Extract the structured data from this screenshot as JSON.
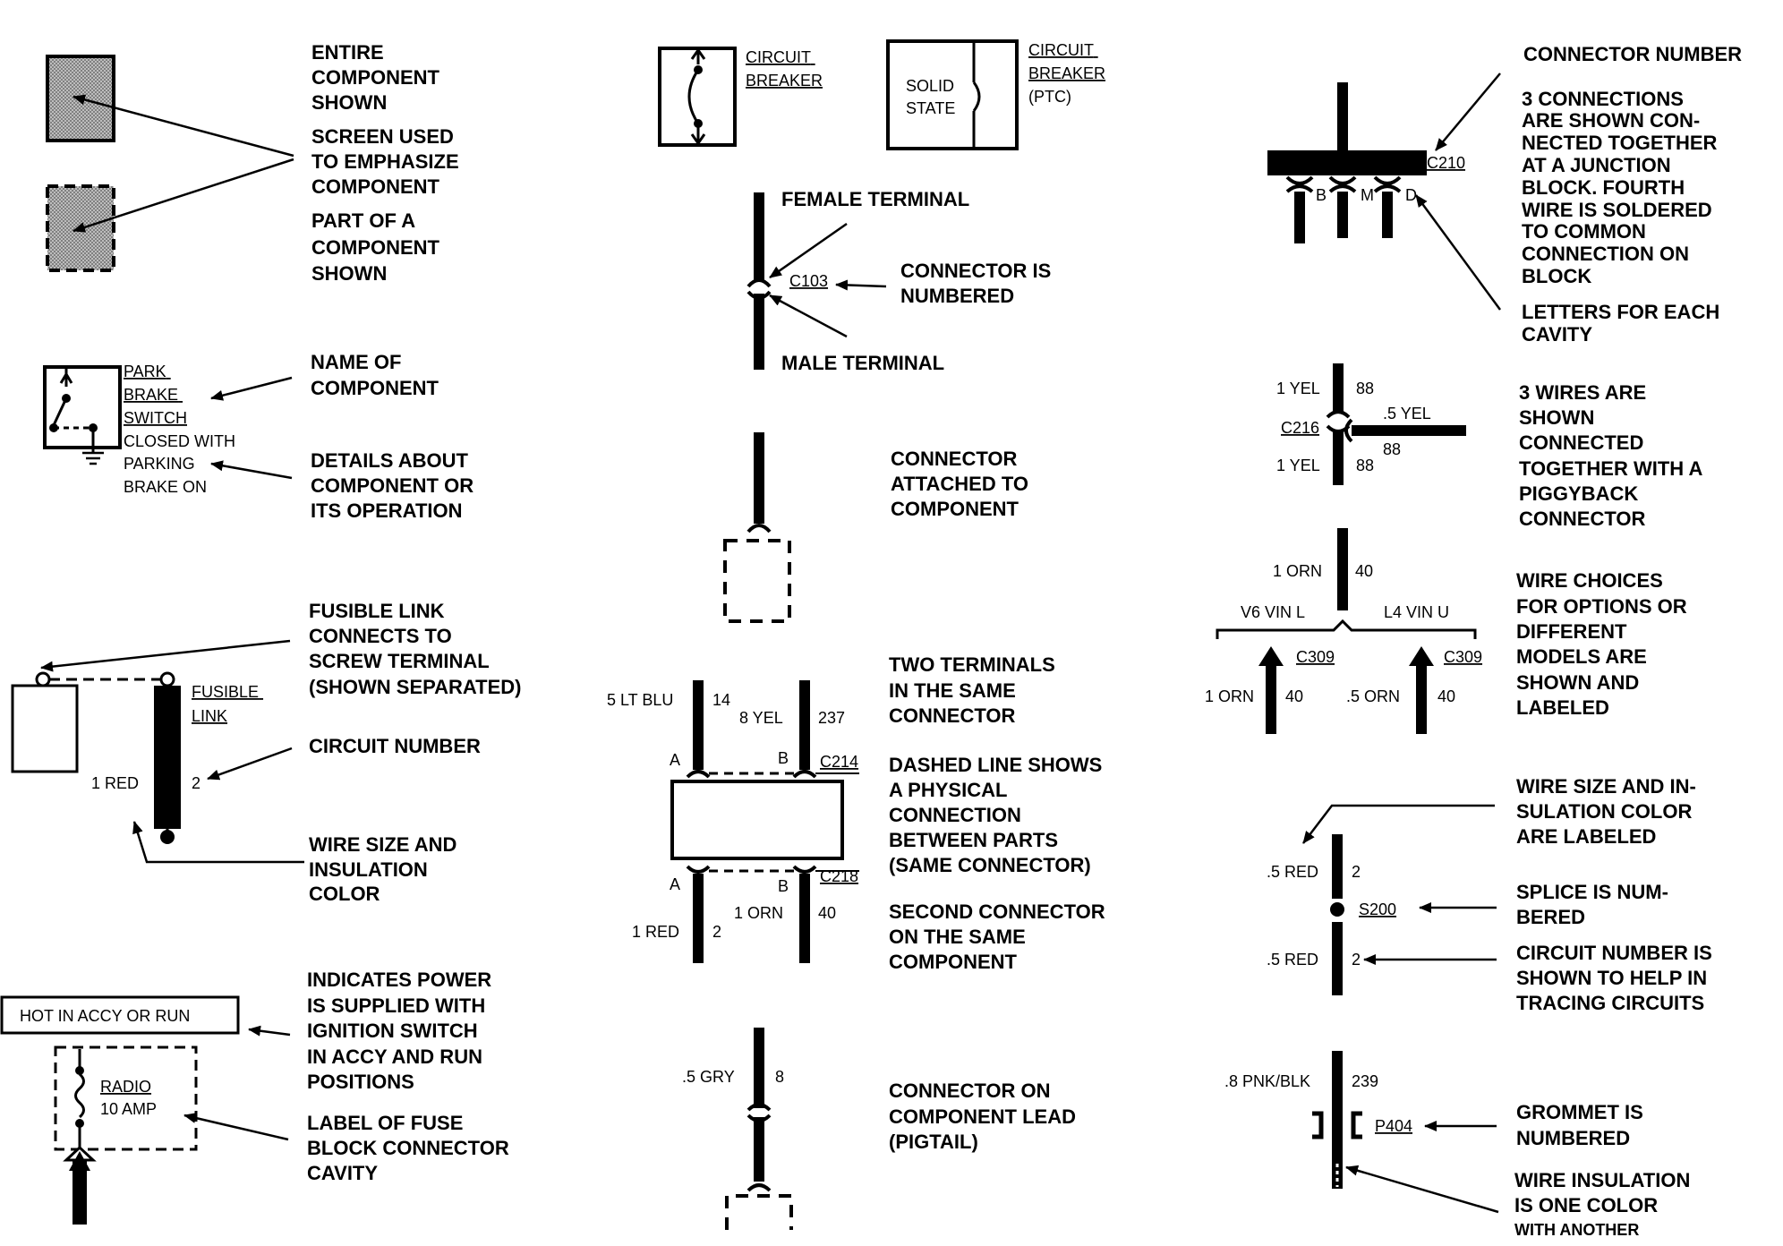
{
  "legend": {
    "entire_component": [
      "ENTIRE",
      "COMPONENT",
      "SHOWN"
    ],
    "screen_used": [
      "SCREEN USED",
      "TO EMPHASIZE",
      "COMPONENT"
    ],
    "part_of_component": [
      "PART OF A",
      "COMPONENT",
      "SHOWN"
    ],
    "name_of_component": [
      "NAME OF",
      "COMPONENT"
    ],
    "details_about": [
      "DETAILS ABOUT",
      "COMPONENT OR",
      "ITS OPERATION"
    ],
    "fusible_link_connects": [
      "FUSIBLE LINK",
      "CONNECTS TO",
      "SCREW TERMINAL",
      "(SHOWN SEPARATED)"
    ],
    "circuit_number": "CIRCUIT NUMBER",
    "wire_size_color": [
      "WIRE SIZE AND",
      "INSULATION",
      "COLOR"
    ],
    "indicates_power": [
      "INDICATES POWER",
      "IS SUPPLIED WITH",
      "IGNITION SWITCH",
      "IN ACCY AND RUN",
      "POSITIONS"
    ],
    "label_fuse_block": [
      "LABEL OF FUSE",
      "BLOCK CONNECTOR",
      "CAVITY"
    ],
    "female_terminal": "FEMALE TERMINAL",
    "connector_numbered": [
      "CONNECTOR IS",
      "NUMBERED"
    ],
    "male_terminal": "MALE TERMINAL",
    "connector_attached": [
      "CONNECTOR",
      "ATTACHED TO",
      "COMPONENT"
    ],
    "two_terminals": [
      "TWO TERMINALS",
      "IN THE SAME",
      "CONNECTOR"
    ],
    "dashed_line": [
      "DASHED LINE SHOWS",
      "A PHYSICAL",
      "CONNECTION",
      "BETWEEN PARTS",
      "(SAME CONNECTOR)"
    ],
    "second_connector": [
      "SECOND CONNECTOR",
      "ON THE SAME",
      "COMPONENT"
    ],
    "pigtail": [
      "CONNECTOR ON",
      "COMPONENT LEAD",
      "(PIGTAIL)"
    ],
    "connector_number": "CONNECTOR NUMBER",
    "three_connections": [
      "3 CONNECTIONS",
      "ARE SHOWN CON-",
      "NECTED TOGETHER",
      "AT A JUNCTION",
      "BLOCK. FOURTH",
      "WIRE IS SOLDERED",
      "TO COMMON",
      "CONNECTION ON",
      "BLOCK"
    ],
    "letters_cavity": [
      "LETTERS FOR EACH",
      "CAVITY"
    ],
    "three_wires": [
      "3 WIRES ARE",
      "SHOWN",
      "CONNECTED",
      "TOGETHER WITH A",
      "PIGGYBACK",
      "CONNECTOR"
    ],
    "wire_choices": [
      "WIRE CHOICES",
      "FOR OPTIONS OR",
      "DIFFERENT",
      "MODELS ARE",
      "SHOWN AND",
      "LABELED"
    ],
    "wire_size_ins": [
      "WIRE SIZE AND IN-",
      "SULATION COLOR",
      "ARE LABELED"
    ],
    "splice_numbered": [
      "SPLICE IS  NUM-",
      "BERED"
    ],
    "circuit_help": [
      "CIRCUIT NUMBER IS",
      "SHOWN TO HELP IN",
      "TRACING CIRCUITS"
    ],
    "grommet": [
      "GROMMET IS",
      "NUMBERED"
    ],
    "wire_insulation": [
      "WIRE INSULATION",
      "IS ONE COLOR"
    ],
    "wire_insulation_small": "WITH ANOTHER"
  },
  "diagram": {
    "circuit_breaker": [
      "CIRCUIT",
      "BREAKER"
    ],
    "circuit_breaker_ptc": [
      "CIRCUIT",
      "BREAKER",
      "(PTC)"
    ],
    "solid_state": [
      "SOLID",
      "STATE"
    ],
    "park_brake": [
      "PARK",
      "BRAKE",
      "SWITCH"
    ],
    "park_brake_details": [
      "CLOSED WITH",
      "PARKING",
      "BRAKE ON"
    ],
    "fusible_link_label": [
      "FUSIBLE",
      "LINK"
    ],
    "red_wire": "1 RED",
    "circuit_2": "2",
    "hot_in_accy": "HOT IN ACCY OR RUN",
    "radio_fuse": "RADIO",
    "fuse_amp": "10 AMP",
    "c103": "C103",
    "c214": "C214",
    "c218": "C218",
    "wire_5ltblu": "5 LT BLU",
    "circuit_14": "14",
    "wire_8yel": "8 YEL",
    "circuit_237": "237",
    "pin_a": "A",
    "pin_b": "B",
    "wire_1red": "1 RED",
    "wire_1orn": "1 ORN",
    "circuit_40": "40",
    "wire_5gry": ".5 GRY",
    "circuit_8": "8",
    "c210": "C210",
    "cav_b": "B",
    "cav_m": "M",
    "cav_d": "D",
    "wire_1yel": "1 YEL",
    "circuit_88": "88",
    "c216": "C216",
    "wire_5yel": ".5 YEL",
    "v6_vin": "V6 VIN L",
    "l4_vin": "L4 VIN U",
    "c309": "C309",
    "wire_5orn": ".5 ORN",
    "wire_5red": ".5 RED",
    "s200": "S200",
    "wire_8pnkblk": ".8 PNK/BLK",
    "circuit_239": "239",
    "p404": "P404"
  }
}
